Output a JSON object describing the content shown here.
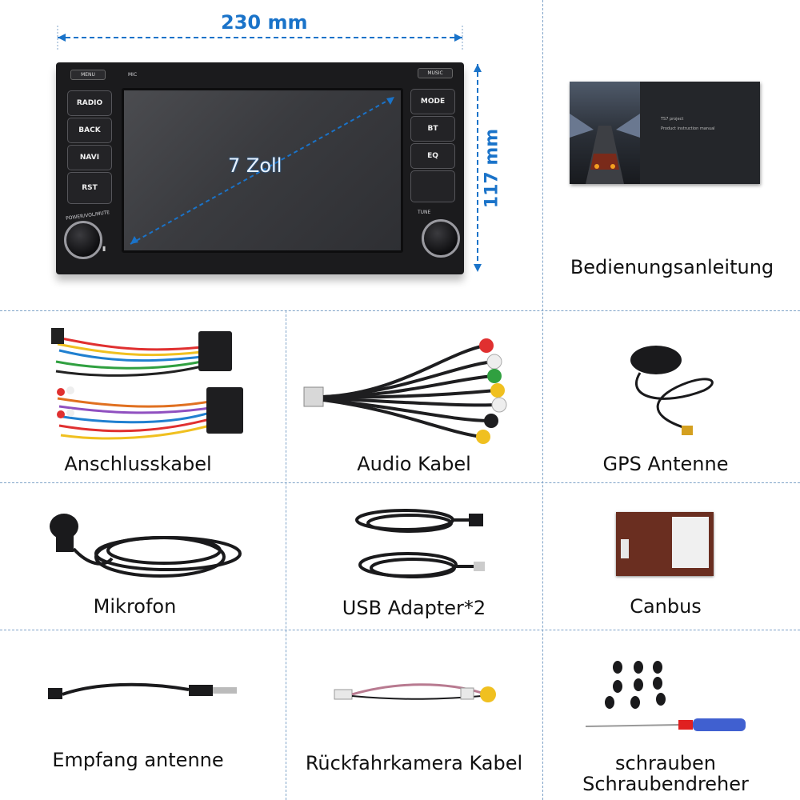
{
  "dimensions": {
    "width_label": "230 mm",
    "height_label": "117 mm",
    "diagonal_label": "7 Zoll"
  },
  "unit_buttons": {
    "menu": "MENU",
    "mic": "MIC",
    "music": "MUSIC",
    "left": [
      "RADIO",
      "BACK",
      "NAVI",
      "RST"
    ],
    "right": [
      "MODE",
      "BT",
      "EQ",
      ""
    ],
    "power_label": "POWER/VOL/MUTE",
    "tune_label": "TUNE"
  },
  "manual_text": {
    "line1": "TS7 project",
    "line2": "Product instruction manual"
  },
  "items": [
    {
      "name": "Bedienungsanleitung"
    },
    {
      "name": "Anschlusskabel"
    },
    {
      "name": "Audio Kabel"
    },
    {
      "name": "GPS Antenne"
    },
    {
      "name": "Mikrofon"
    },
    {
      "name": "USB Adapter*2"
    },
    {
      "name": "Canbus"
    },
    {
      "name": "Empfang antenne"
    },
    {
      "name": "Rückfahrkamera Kabel"
    },
    {
      "name": "schrauben"
    },
    {
      "name": "Schraubendreher"
    }
  ],
  "colors": {
    "dimension_blue": "#1a73c9",
    "grid_line": "#7fa3c8",
    "unit_body": "#1b1b1d"
  }
}
